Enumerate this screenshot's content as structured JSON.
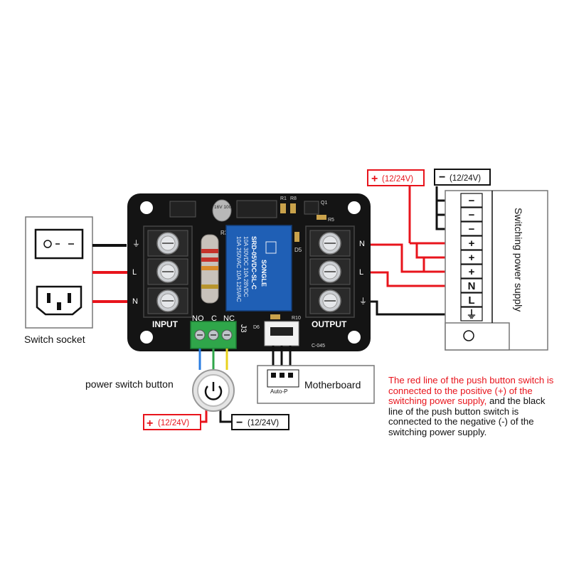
{
  "labels": {
    "switch_socket": "Switch socket",
    "power_switch_button": "power switch button",
    "motherboard": "Motherboard",
    "auto_p": "Auto-P",
    "switching_power_supply": "Switching power supply",
    "plus_12_24v_top": "(12/24V)",
    "minus_12_24v_top": "(12/24V)",
    "plus_12_24v_bottom": "(12/24V)",
    "minus_12_24v_bottom": "(12/24V)",
    "plus_sign": "+",
    "minus_sign": "−"
  },
  "board": {
    "input": "INPUT",
    "output": "OUTPUT",
    "no": "NO",
    "c": "C",
    "nc": "NC",
    "j3": "J3",
    "r3": "R3",
    "r1": "R1",
    "r8": "R8",
    "q1": "Q1",
    "r5": "R5",
    "d5": "D5",
    "d6": "D6",
    "r10": "R10",
    "c045": "C-045",
    "cap_text": "16V 100",
    "input_terms": [
      "⏚",
      "L",
      "N"
    ],
    "output_terms": [
      "N",
      "L",
      "⏚"
    ],
    "relay": {
      "line1": "10A 250VAC  10A 125VAC",
      "line2": "10A 30VDC  10A 28VDC",
      "model": "SRD-05VDC-SL-C",
      "brand": "SONGLE"
    }
  },
  "psu_terminals": [
    "−",
    "−",
    "−",
    "+",
    "+",
    "+",
    "N",
    "L",
    "⏚"
  ],
  "note": {
    "red_part": "The red line of the push button switch is connected to the positive (+) of the switching power supply,",
    "black_part": " and the black line of the push button switch is connected to the negative (-) of the switching power supply."
  }
}
